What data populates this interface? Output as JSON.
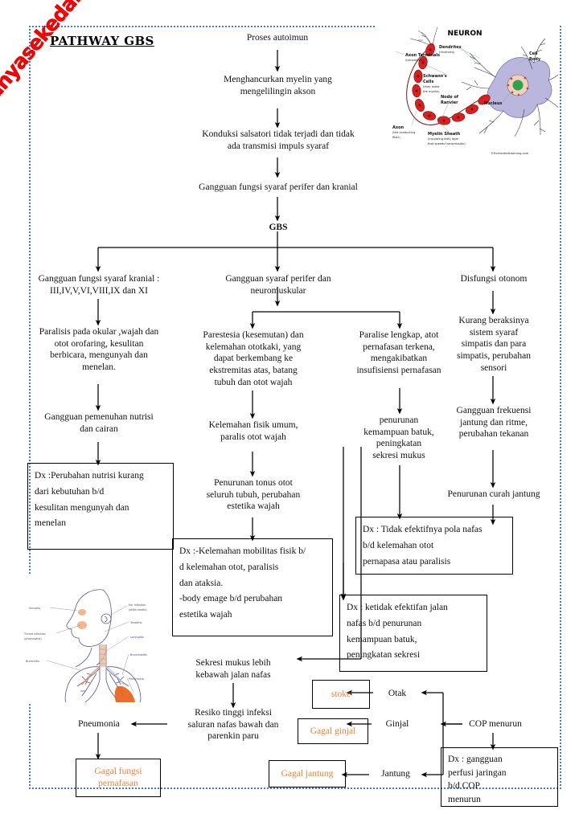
{
  "page": {
    "title": "PATHWAY GBS",
    "watermark": "hanyasekedarblogg.blogspot.com",
    "accent_orange": "#E8833A",
    "frame_color": "#4a7ebb",
    "watermark_color": "#ff0000"
  },
  "flow": {
    "n1": "Proses autoimun",
    "n2": "Menghancurkan myelin yang\nmengelilingin akson",
    "n3": "Konduksi salsatori tidak terjadi dan tidak\nada transmisi impuls syaraf",
    "n4": "Gangguan fungsi syaraf perifer dan kranial",
    "n5": "GBS"
  },
  "branch_left": {
    "b1": "Gangguan fungsi syaraf kranial :\nIII,IV,V,VI,VIII,IX dan XI",
    "b2": "Paralisis pada okular ,wajah dan\notot orofaring, kesulitan\nberbicara, mengunyah dan\nmenelan.",
    "b3": "Gangguan pemenuhan nutrisi\ndan cairan",
    "dx1": "Dx :Perubahan nutrisi kurang\n      dari kebutuhan b/d\n      kesulitan mengunyah dan\n      menelan"
  },
  "branch_mid": {
    "header": "Gangguan syaraf perifer dan neuromuskular",
    "m1": "Parestesia (kesemutan) dan\nkelemahan ototkaki, yang\ndapat berkembang ke\nekstremitas atas, batang\ntubuh dan otot wajah",
    "m2": "Kelemahan fisik umum,\nparalis otot wajah",
    "m3": "Penurunan tonus otot\nseluruh tubuh, perubahan\nestetika wajah",
    "dx2": "Dx :-Kelemahan mobilitas fisik b/\n     d  kelemahan   otot,  paralisis\n     dan ataksia.\n     -body  emage  b/d  perubahan\n     estetika wajah"
  },
  "branch_resp": {
    "r1": "Paralise lengkap, atot\npernafasan terkena,\nmengakibatkan\ninsufisiensi pernafasan",
    "r2": "penurunan\nkemampuan batuk,\npeningkatan\nsekresi mukus",
    "dx3": "Dx :  Tidak efektifnya pola nafas\n        b/d kelemahan otot\n        pernapasa atau paralisis",
    "dx4": "Dx : ketidak efektifan jalan\n        nafas b/d penurunan\n        kemampuan batuk,\n        peningkatan sekresi"
  },
  "branch_right": {
    "a1": "Disfungsi otonom",
    "a2": "Kurang beraksinya\nsistem syaraf\nsimpatis dan para\nsimpatis, perubahan\nsensori",
    "a3": "Gangguan frekuensi\njantung dan ritme,\nperubahan tekanan",
    "a4": "Penurunan curah jantung",
    "dx5": "Dx : gangguan\n       perfusi jaringan\n       b/d COP\n       menurun"
  },
  "bottom": {
    "s1": "Sekresi mukus lebih\nkebawah jalan nafas",
    "s2": "Resiko tinggi infeksi\nsaluran nafas bawah dan\nparenkin paru",
    "pneumonia": "Pneumonia",
    "gagal_nafas": "Gagal fungsi\npernafasan",
    "cop": "COP menurun",
    "otak": "Otak",
    "ginjal": "Ginjal",
    "jantung": "Jantung",
    "stoke": "stoke",
    "gagal_ginjal": "Gagal ginjal",
    "gagal_jantung": "Gagal jantung"
  },
  "figures": {
    "neuron": {
      "title": "NEURON",
      "labels": [
        "Axon Terminals",
        "(transmitters)",
        "Schwann's",
        "Cells",
        "(they make",
        "the myelin)",
        "Node of",
        "Ranvier",
        "Dendrites",
        "(receivers)",
        "Cell",
        "Body",
        "Nucleus",
        "Axon",
        "(the conducting",
        "fiber)",
        "Myelin Sheath",
        "(insulating fatty layer",
        "that speeds transmission)",
        "©EnchantedLearning.com"
      ]
    },
    "respiratory": {
      "labels": [
        "Sinusitis",
        "Throat infection",
        "(pharyngitis)",
        "Bronchitis",
        "Ear infection",
        "(otitis media)",
        "Tonsilitis",
        "Laryngitis",
        "Bronchiolitis",
        "Pneumonia"
      ]
    }
  }
}
